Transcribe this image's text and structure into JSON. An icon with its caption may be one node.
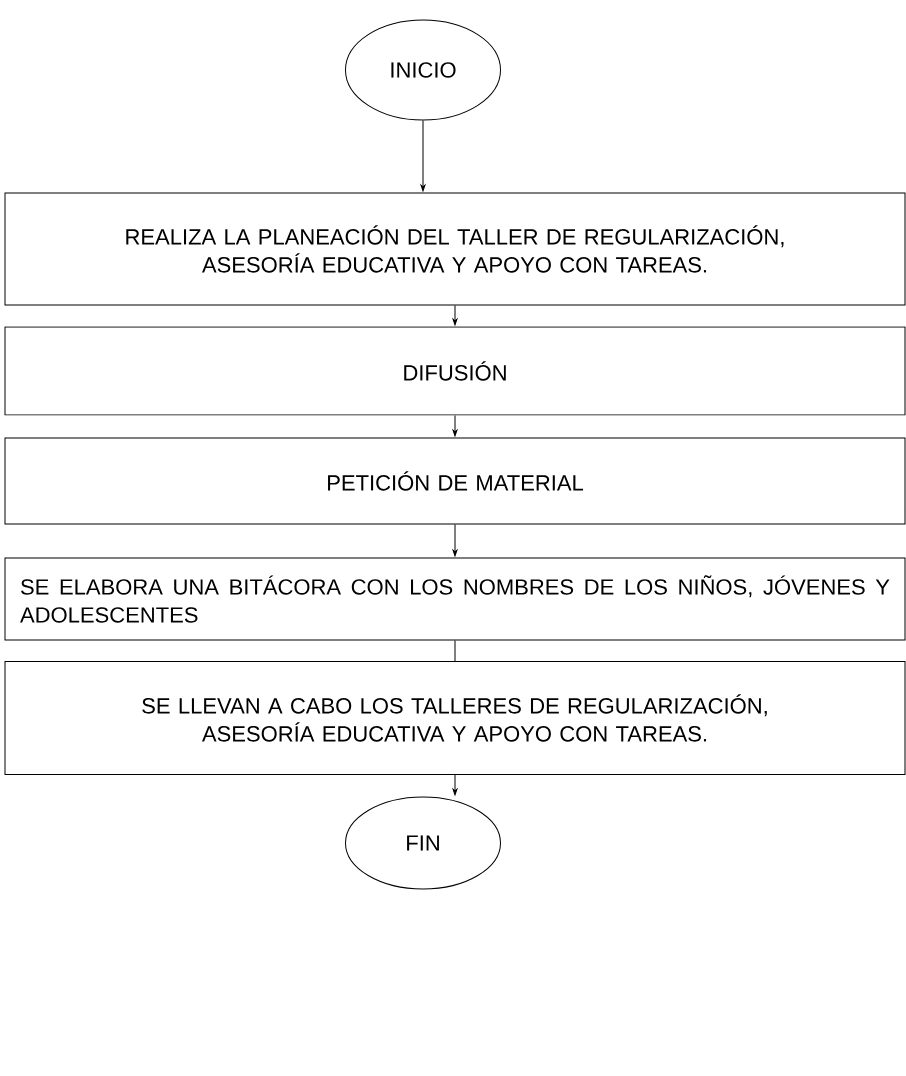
{
  "diagram": {
    "nodes": [
      {
        "text": [
          "INICIO"
        ]
      },
      {
        "text": [
          "REALIZA LA PLANEACIÓN DEL TALLER DE REGULARIZACIÓN, ASESORÍA EDUCATIVA Y APOYO CON TAREAS."
        ]
      },
      {
        "text": [
          "DIFUSIÓN"
        ]
      },
      {
        "text": [
          "PETICIÓN DE MATERIAL"
        ]
      },
      {
        "text": [
          "SE ELABORA UNA BITÁCORA CON LOS NOMBRES DE LOS NIÑOS, JÓVENES Y ADOLESCENTES"
        ]
      },
      {
        "text": [
          "SE LLEVAN A CABO LOS TALLERES DE REGULARIZACIÓN, ASESORÍA EDUCATIVA Y APOYO CON TAREAS."
        ]
      },
      {
        "text": [
          "FIN"
        ]
      }
    ],
    "edges": [
      {
        "from": 0,
        "to": 1,
        "arrow": "to"
      },
      {
        "from": 1,
        "to": 2,
        "arrow": "to"
      },
      {
        "from": 2,
        "to": 3,
        "arrow": "to"
      },
      {
        "from": 3,
        "to": 4,
        "arrow": "to"
      },
      {
        "from": 4,
        "to": 5,
        "arrow": "none"
      },
      {
        "from": 5,
        "to": 6,
        "arrow": "to"
      }
    ]
  }
}
